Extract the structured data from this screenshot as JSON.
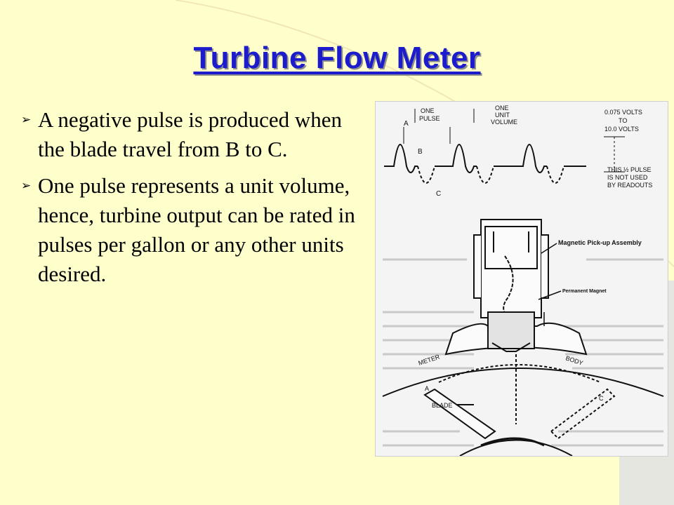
{
  "slide": {
    "title": "Turbine Flow Meter",
    "bullets": [
      {
        "marker": "➢",
        "text": "A negative pulse is produced when the blade travel from B to C."
      },
      {
        "marker": "➢",
        "text": "One pulse represents a unit volume, hence, turbine output can be rated in pulses per gallon or any other units desired."
      }
    ]
  },
  "figure": {
    "label_one_pulse": [
      "ONE",
      "PULSE"
    ],
    "label_unit_volume": [
      "ONE",
      "UNIT",
      "VOLUME"
    ],
    "label_volts": [
      "0.075 VOLTS",
      "TO",
      "10.0 VOLTS"
    ],
    "label_half_pulse": [
      "THIS ½ PULSE",
      "IS NOT USED",
      "BY READOUTS"
    ],
    "point_a": "A",
    "point_b": "B",
    "point_c": "C",
    "label_pickup": "Magnetic Pick-up Assembly",
    "label_magnet": "Permanent Magnet",
    "label_meter": "METER",
    "label_body": "BODY",
    "label_blade": "BLADE",
    "blade_a": "A",
    "blade_c": "C"
  },
  "colors": {
    "background": "#ffffcc",
    "title": "#1c1ccc"
  }
}
